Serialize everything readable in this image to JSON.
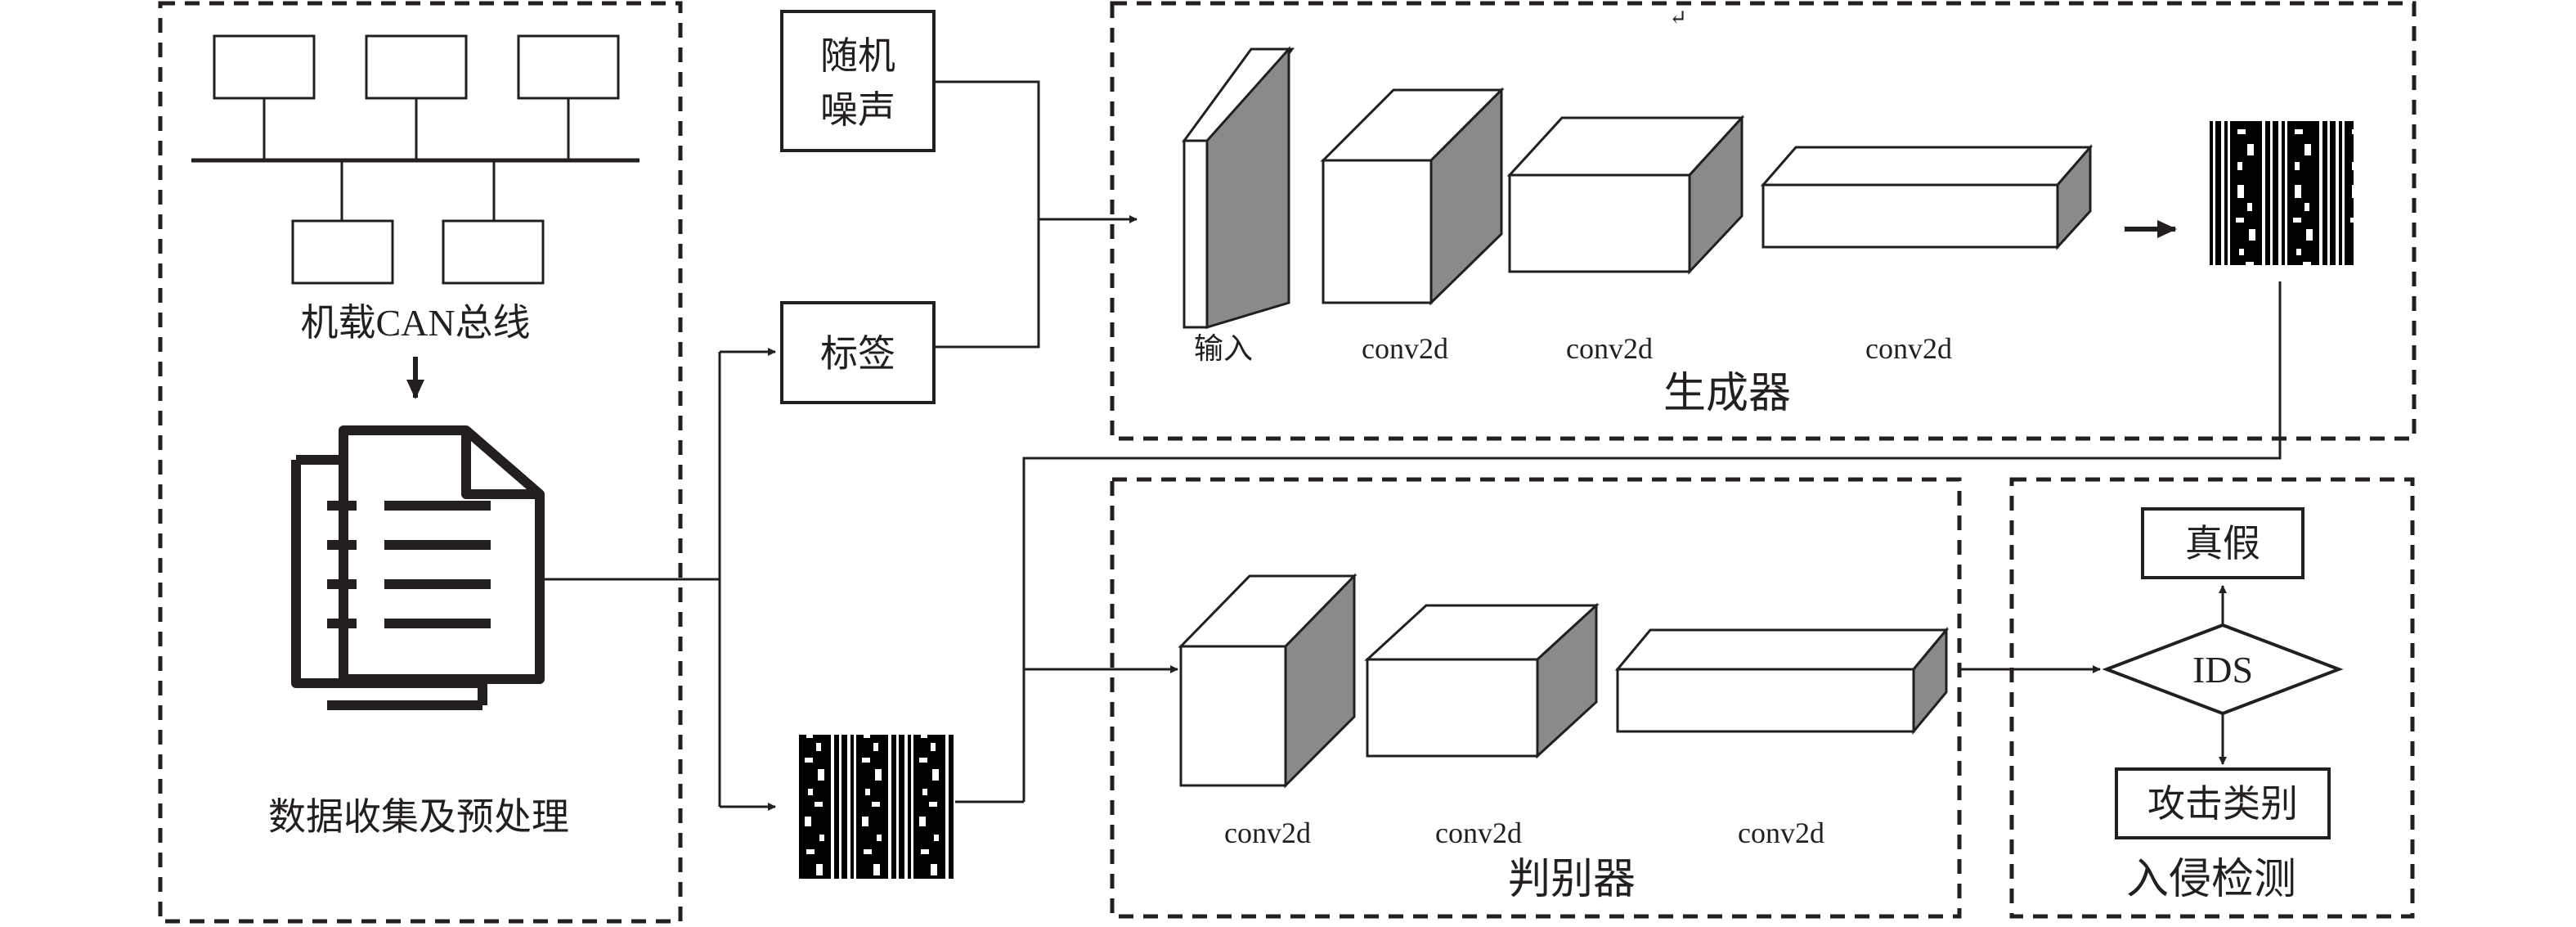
{
  "preprocess": {
    "bus_label": "机载CAN总线",
    "section_label": "数据收集及预处理"
  },
  "inputs": {
    "noise": [
      "随机",
      "噪声"
    ],
    "label": "标签"
  },
  "generator": {
    "title": "生成器",
    "layers": [
      "输入",
      "conv2d",
      "conv2d",
      "conv2d"
    ]
  },
  "discriminator": {
    "title": "判别器",
    "layers": [
      "conv2d",
      "conv2d",
      "conv2d"
    ]
  },
  "detection": {
    "title": "入侵检测",
    "ids": "IDS",
    "real_fake": "真假",
    "attack_type": "攻击类别"
  },
  "colors": {
    "line": "#231f20",
    "box_face": "#ffffff",
    "box_side": "#808080",
    "box_top": "#ffffff"
  }
}
